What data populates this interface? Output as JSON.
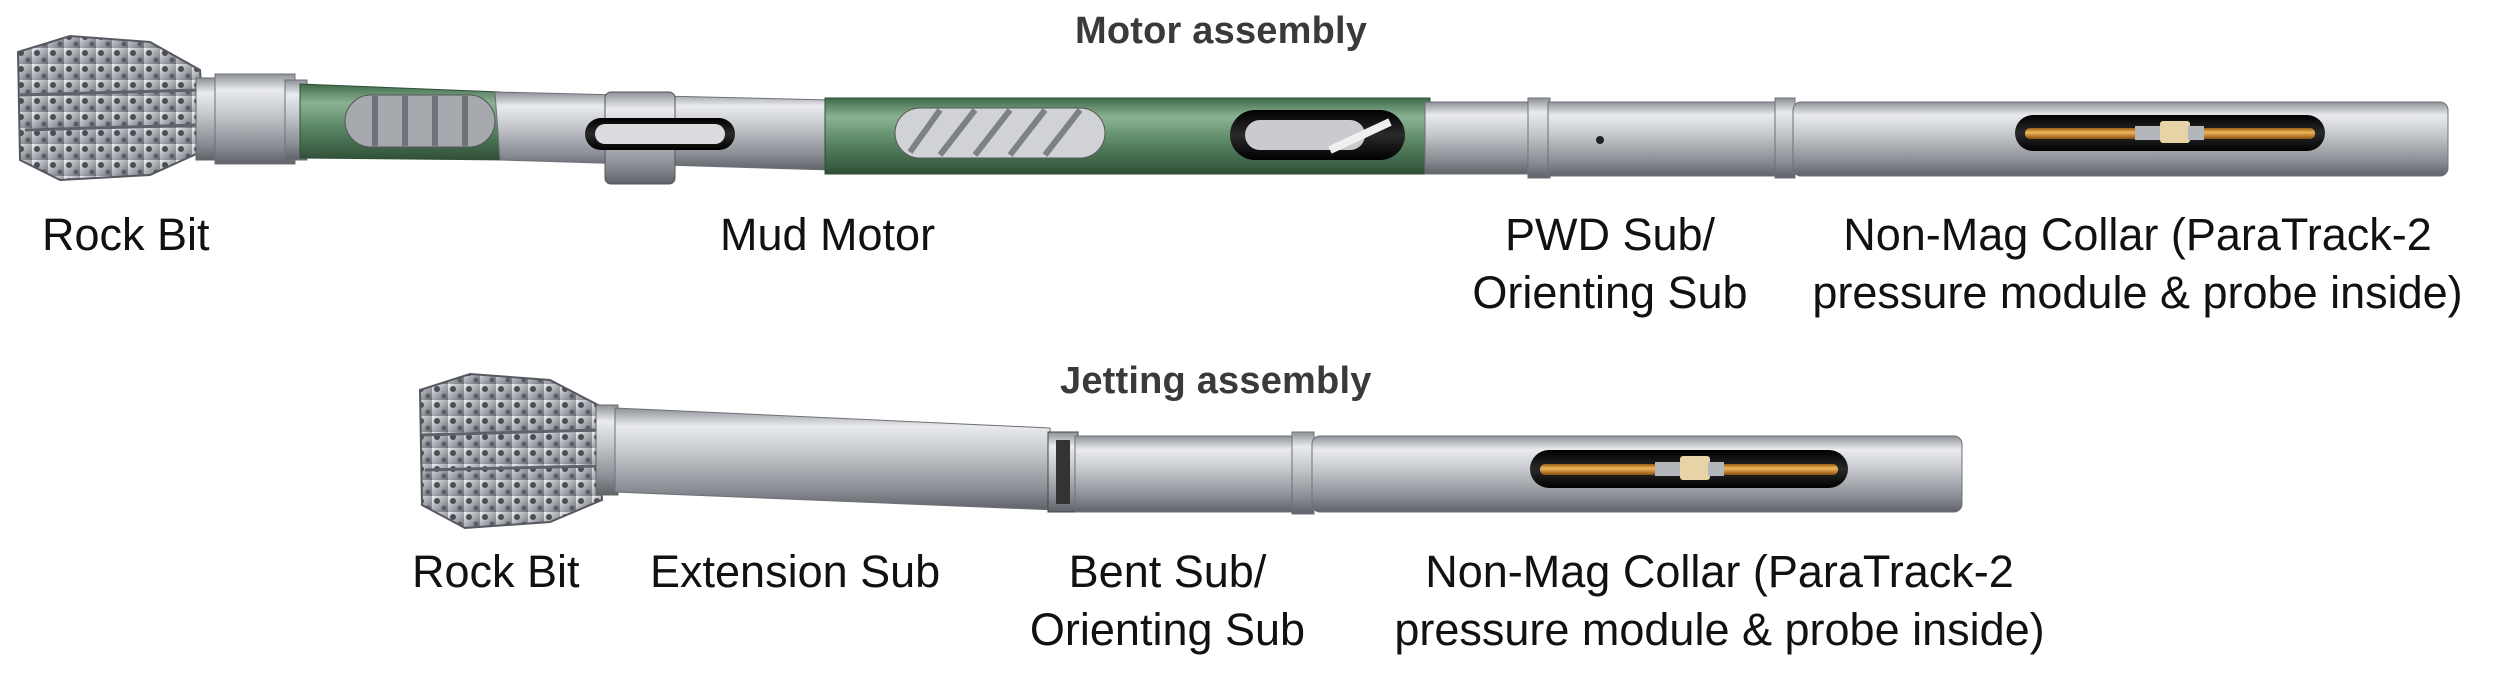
{
  "motor_assembly": {
    "title": "Motor assembly",
    "labels": {
      "rock_bit": "Rock Bit",
      "mud_motor": "Mud Motor",
      "pwd_sub": [
        "PWD Sub/",
        "Orienting Sub"
      ],
      "non_mag_collar": [
        "Non-Mag Collar (ParaTrack-2",
        "pressure module & probe inside)"
      ]
    }
  },
  "jetting_assembly": {
    "title": "Jetting assembly",
    "labels": {
      "rock_bit": "Rock Bit",
      "extension_sub": "Extension Sub",
      "bent_sub": [
        "Bent Sub/",
        "Orienting Sub"
      ],
      "non_mag_collar": [
        "Non-Mag Collar (ParaTrack-2",
        "pressure module & probe inside)"
      ]
    }
  },
  "colors": {
    "steel": "#b9bcc2",
    "motor_green": "#5d8a68",
    "window_dark": "#1a1a1a",
    "probe_orange": "#d38a2a"
  }
}
